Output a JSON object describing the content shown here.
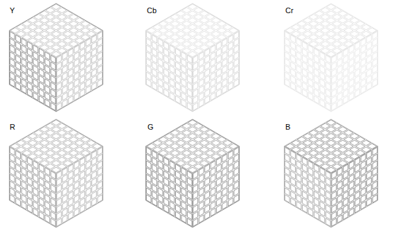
{
  "diagram": {
    "labels": [
      "Y",
      "Cb",
      "Cr",
      "R",
      "G",
      "B"
    ]
  }
}
